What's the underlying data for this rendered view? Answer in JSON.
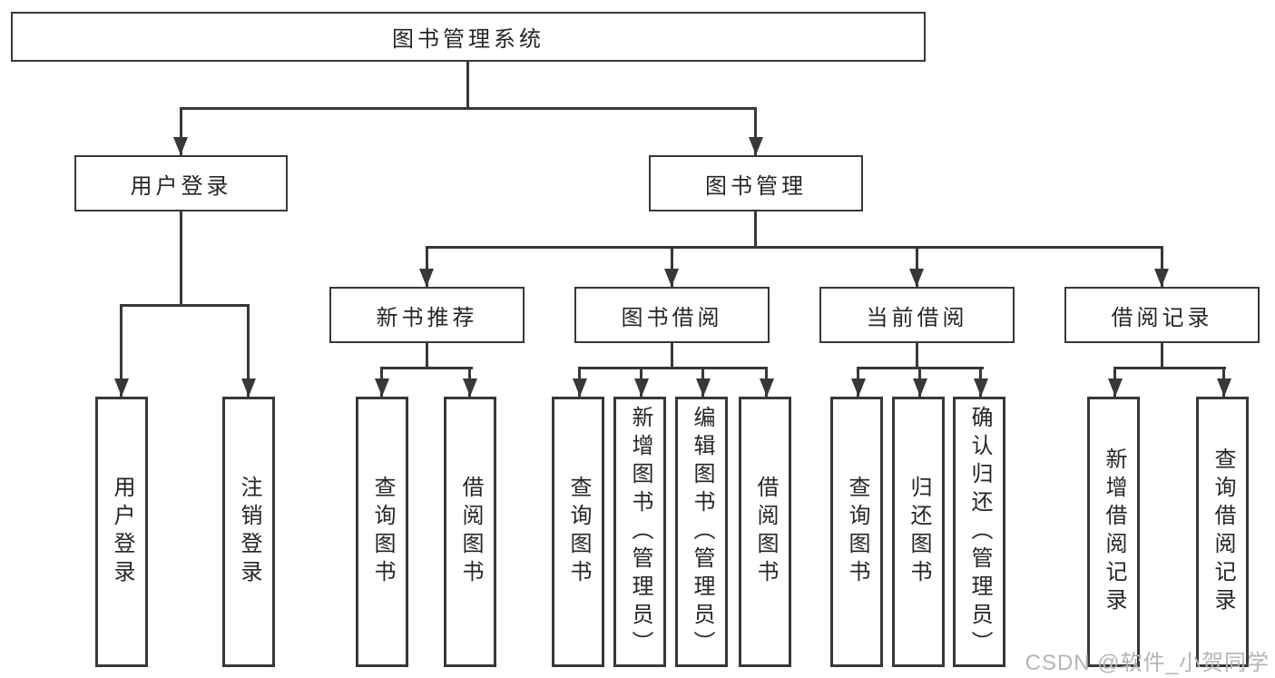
{
  "diagram": {
    "title": "图书管理系统",
    "tree": {
      "label": "图书管理系统",
      "children": [
        {
          "label": "用户登录",
          "children": [
            {
              "label": "用户登录"
            },
            {
              "label": "注销登录"
            }
          ]
        },
        {
          "label": "图书管理",
          "children": [
            {
              "label": "新书推荐",
              "children": [
                {
                  "label": "查询图书"
                },
                {
                  "label": "借阅图书"
                }
              ]
            },
            {
              "label": "图书借阅",
              "children": [
                {
                  "label": "查询图书"
                },
                {
                  "label": "新增图书（管理员）"
                },
                {
                  "label": "编辑图书（管理员）"
                },
                {
                  "label": "借阅图书"
                }
              ]
            },
            {
              "label": "当前借阅",
              "children": [
                {
                  "label": "查询图书"
                },
                {
                  "label": "归还图书"
                },
                {
                  "label": "确认归还（管理员）"
                }
              ]
            },
            {
              "label": "借阅记录",
              "children": [
                {
                  "label": "新增借阅记录"
                },
                {
                  "label": "查询借阅记录"
                }
              ]
            }
          ]
        }
      ]
    }
  },
  "watermark": {
    "text": "CSDN @软件_小贺同学"
  },
  "colors": {
    "line": "#383838",
    "text": "#262626",
    "watermark": "#b5b5b5",
    "background": "#ffffff"
  }
}
